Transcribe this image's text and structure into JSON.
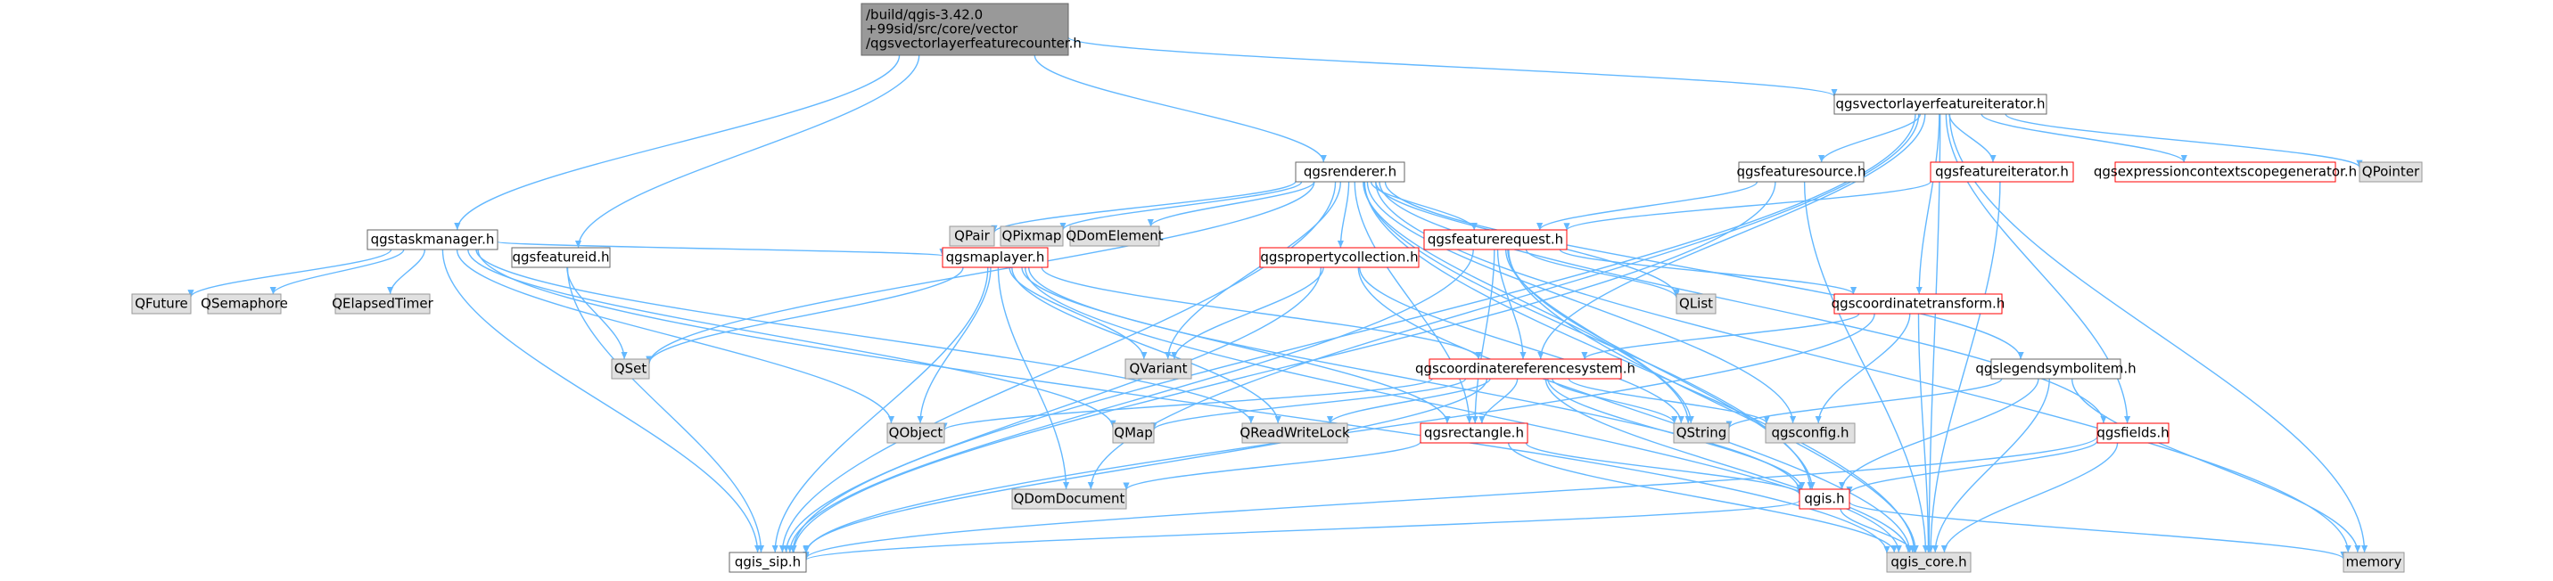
{
  "diagram": {
    "nodes": [
      {
        "id": "root",
        "lines": [
          "/build/qgis-3.42.0",
          "+99sid/src/core/vector",
          "/qgsvectorlayerfeaturecounter.h"
        ],
        "style": "root"
      },
      {
        "id": "fiter",
        "lines": [
          "qgsvectorlayerfeatureiterator.h"
        ],
        "style": "plain"
      },
      {
        "id": "rend",
        "lines": [
          "qgsrenderer.h"
        ],
        "style": "plain"
      },
      {
        "id": "task",
        "lines": [
          "qgstaskmanager.h"
        ],
        "style": "plain"
      },
      {
        "id": "fid",
        "lines": [
          "qgsfeatureid.h"
        ],
        "style": "plain"
      },
      {
        "id": "fsrc",
        "lines": [
          "qgsfeaturesource.h"
        ],
        "style": "plain"
      },
      {
        "id": "fit",
        "lines": [
          "qgsfeatureiterator.h"
        ],
        "style": "red"
      },
      {
        "id": "expr",
        "lines": [
          "qgsexpressioncontextscopegenerator.h"
        ],
        "style": "red"
      },
      {
        "id": "qpointer",
        "lines": [
          "QPointer"
        ],
        "style": "gray"
      },
      {
        "id": "qpair",
        "lines": [
          "QPair"
        ],
        "style": "gray"
      },
      {
        "id": "qpixmap",
        "lines": [
          "QPixmap"
        ],
        "style": "gray"
      },
      {
        "id": "qdomel",
        "lines": [
          "QDomElement"
        ],
        "style": "gray"
      },
      {
        "id": "freq",
        "lines": [
          "qgsfeaturerequest.h"
        ],
        "style": "red"
      },
      {
        "id": "qfuture",
        "lines": [
          "QFuture"
        ],
        "style": "gray"
      },
      {
        "id": "qsem",
        "lines": [
          "QSemaphore"
        ],
        "style": "gray"
      },
      {
        "id": "qelap",
        "lines": [
          "QElapsedTimer"
        ],
        "style": "gray"
      },
      {
        "id": "maplayer",
        "lines": [
          "qgsmaplayer.h"
        ],
        "style": "red"
      },
      {
        "id": "propc",
        "lines": [
          "qgspropertycollection.h"
        ],
        "style": "red"
      },
      {
        "id": "qlist",
        "lines": [
          "QList"
        ],
        "style": "gray"
      },
      {
        "id": "ctrans",
        "lines": [
          "qgscoordinatetransform.h"
        ],
        "style": "red"
      },
      {
        "id": "qset",
        "lines": [
          "QSet"
        ],
        "style": "gray"
      },
      {
        "id": "qvariant",
        "lines": [
          "QVariant"
        ],
        "style": "gray"
      },
      {
        "id": "crs",
        "lines": [
          "qgscoordinatereferencesystem.h"
        ],
        "style": "red"
      },
      {
        "id": "legsym",
        "lines": [
          "qgslegendsymbolitem.h"
        ],
        "style": "plain"
      },
      {
        "id": "qobject",
        "lines": [
          "QObject"
        ],
        "style": "gray"
      },
      {
        "id": "qmap",
        "lines": [
          "QMap"
        ],
        "style": "gray"
      },
      {
        "id": "qrwl",
        "lines": [
          "QReadWriteLock"
        ],
        "style": "gray"
      },
      {
        "id": "rect",
        "lines": [
          "qgsrectangle.h"
        ],
        "style": "red"
      },
      {
        "id": "qstring",
        "lines": [
          "QString"
        ],
        "style": "gray"
      },
      {
        "id": "config",
        "lines": [
          "qgsconfig.h"
        ],
        "style": "gray"
      },
      {
        "id": "fields",
        "lines": [
          "qgsfields.h"
        ],
        "style": "red"
      },
      {
        "id": "qdomdoc",
        "lines": [
          "QDomDocument"
        ],
        "style": "gray"
      },
      {
        "id": "qgis",
        "lines": [
          "qgis.h"
        ],
        "style": "red"
      },
      {
        "id": "sip",
        "lines": [
          "qgis_sip.h"
        ],
        "style": "plain"
      },
      {
        "id": "core",
        "lines": [
          "qgis_core.h"
        ],
        "style": "gray"
      },
      {
        "id": "memory",
        "lines": [
          "memory"
        ],
        "style": "gray"
      }
    ],
    "edges": [
      [
        "root",
        "task"
      ],
      [
        "root",
        "fid"
      ],
      [
        "root",
        "rend"
      ],
      [
        "root",
        "fiter"
      ],
      [
        "fiter",
        "fsrc"
      ],
      [
        "fiter",
        "fit"
      ],
      [
        "fiter",
        "expr"
      ],
      [
        "fiter",
        "qpointer"
      ],
      [
        "fiter",
        "ctrans"
      ],
      [
        "fiter",
        "crs"
      ],
      [
        "fiter",
        "fields"
      ],
      [
        "fiter",
        "sip"
      ],
      [
        "fiter",
        "core"
      ],
      [
        "fiter",
        "memory"
      ],
      [
        "fiter",
        "qdomdoc"
      ],
      [
        "rend",
        "qpair"
      ],
      [
        "rend",
        "qpixmap"
      ],
      [
        "rend",
        "qdomel"
      ],
      [
        "rend",
        "freq"
      ],
      [
        "rend",
        "propc"
      ],
      [
        "rend",
        "qlist"
      ],
      [
        "rend",
        "qset"
      ],
      [
        "rend",
        "qvariant"
      ],
      [
        "rend",
        "rect"
      ],
      [
        "rend",
        "qstring"
      ],
      [
        "rend",
        "config"
      ],
      [
        "rend",
        "qgis"
      ],
      [
        "rend",
        "core"
      ],
      [
        "rend",
        "sip"
      ],
      [
        "rend",
        "legsym"
      ],
      [
        "rend",
        "fields"
      ],
      [
        "rend",
        "memory"
      ],
      [
        "task",
        "qfuture"
      ],
      [
        "task",
        "qsem"
      ],
      [
        "task",
        "qelap"
      ],
      [
        "task",
        "maplayer"
      ],
      [
        "task",
        "qobject"
      ],
      [
        "task",
        "qmap"
      ],
      [
        "task",
        "qrwl"
      ],
      [
        "task",
        "sip"
      ],
      [
        "task",
        "core"
      ],
      [
        "fid",
        "qset"
      ],
      [
        "fid",
        "sip"
      ],
      [
        "fsrc",
        "freq"
      ],
      [
        "fsrc",
        "sip"
      ],
      [
        "fsrc",
        "core"
      ],
      [
        "fit",
        "freq"
      ],
      [
        "fit",
        "core"
      ],
      [
        "freq",
        "qlist"
      ],
      [
        "freq",
        "ctrans"
      ],
      [
        "freq",
        "crs"
      ],
      [
        "freq",
        "rect"
      ],
      [
        "freq",
        "qgis"
      ],
      [
        "freq",
        "sip"
      ],
      [
        "freq",
        "qstring"
      ],
      [
        "freq",
        "core"
      ],
      [
        "maplayer",
        "qset"
      ],
      [
        "maplayer",
        "qvariant"
      ],
      [
        "maplayer",
        "qobject"
      ],
      [
        "maplayer",
        "crs"
      ],
      [
        "maplayer",
        "rect"
      ],
      [
        "maplayer",
        "qgis"
      ],
      [
        "maplayer",
        "sip"
      ],
      [
        "maplayer",
        "core"
      ],
      [
        "maplayer",
        "qrwl"
      ],
      [
        "maplayer",
        "qdomdoc"
      ],
      [
        "propc",
        "qvariant"
      ],
      [
        "propc",
        "qstring"
      ],
      [
        "propc",
        "sip"
      ],
      [
        "propc",
        "core"
      ],
      [
        "ctrans",
        "crs"
      ],
      [
        "ctrans",
        "config"
      ],
      [
        "ctrans",
        "sip"
      ],
      [
        "ctrans",
        "core"
      ],
      [
        "crs",
        "qobject"
      ],
      [
        "crs",
        "qmap"
      ],
      [
        "crs",
        "qrwl"
      ],
      [
        "crs",
        "rect"
      ],
      [
        "crs",
        "qstring"
      ],
      [
        "crs",
        "config"
      ],
      [
        "crs",
        "qgis"
      ],
      [
        "crs",
        "sip"
      ],
      [
        "crs",
        "core"
      ],
      [
        "legsym",
        "qstring"
      ],
      [
        "legsym",
        "qgis"
      ],
      [
        "legsym",
        "core"
      ],
      [
        "legsym",
        "memory"
      ],
      [
        "rect",
        "qgis"
      ],
      [
        "rect",
        "core"
      ],
      [
        "rect",
        "qdomdoc"
      ],
      [
        "fields",
        "qgis"
      ],
      [
        "fields",
        "sip"
      ],
      [
        "fields",
        "core"
      ],
      [
        "qgis",
        "sip"
      ],
      [
        "qgis",
        "core"
      ],
      [
        "qgis",
        "memory"
      ]
    ]
  },
  "colors": {
    "edge": "#63b8ff",
    "text": "#000000",
    "red_border": "#ff0000",
    "plain_border": "#666666",
    "gray_fill": "#e0e0e0",
    "gray_border": "#999999",
    "root_fill": "#999999",
    "root_border": "#666666",
    "white": "#ffffff"
  }
}
